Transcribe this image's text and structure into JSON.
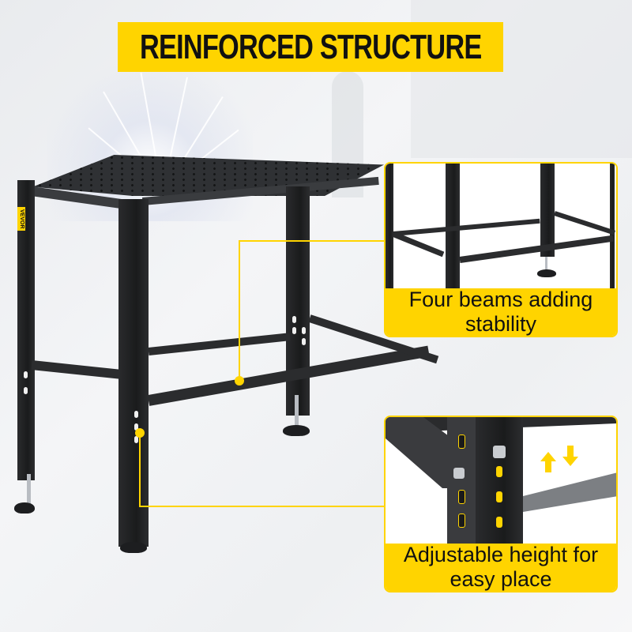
{
  "title": "REINFORCED STRUCTURE",
  "brand_label": "VEVOR",
  "callouts": [
    {
      "id": "beams",
      "caption_line1": "Four beams adding",
      "caption_line2": "stability"
    },
    {
      "id": "height",
      "caption_line1": "Adjustable height for",
      "caption_line2": "easy place"
    }
  ],
  "colors": {
    "accent": "#ffd400",
    "steel": "#2b2c2e",
    "text": "#111111"
  },
  "icons": [
    "up-arrow-icon",
    "down-arrow-icon"
  ]
}
